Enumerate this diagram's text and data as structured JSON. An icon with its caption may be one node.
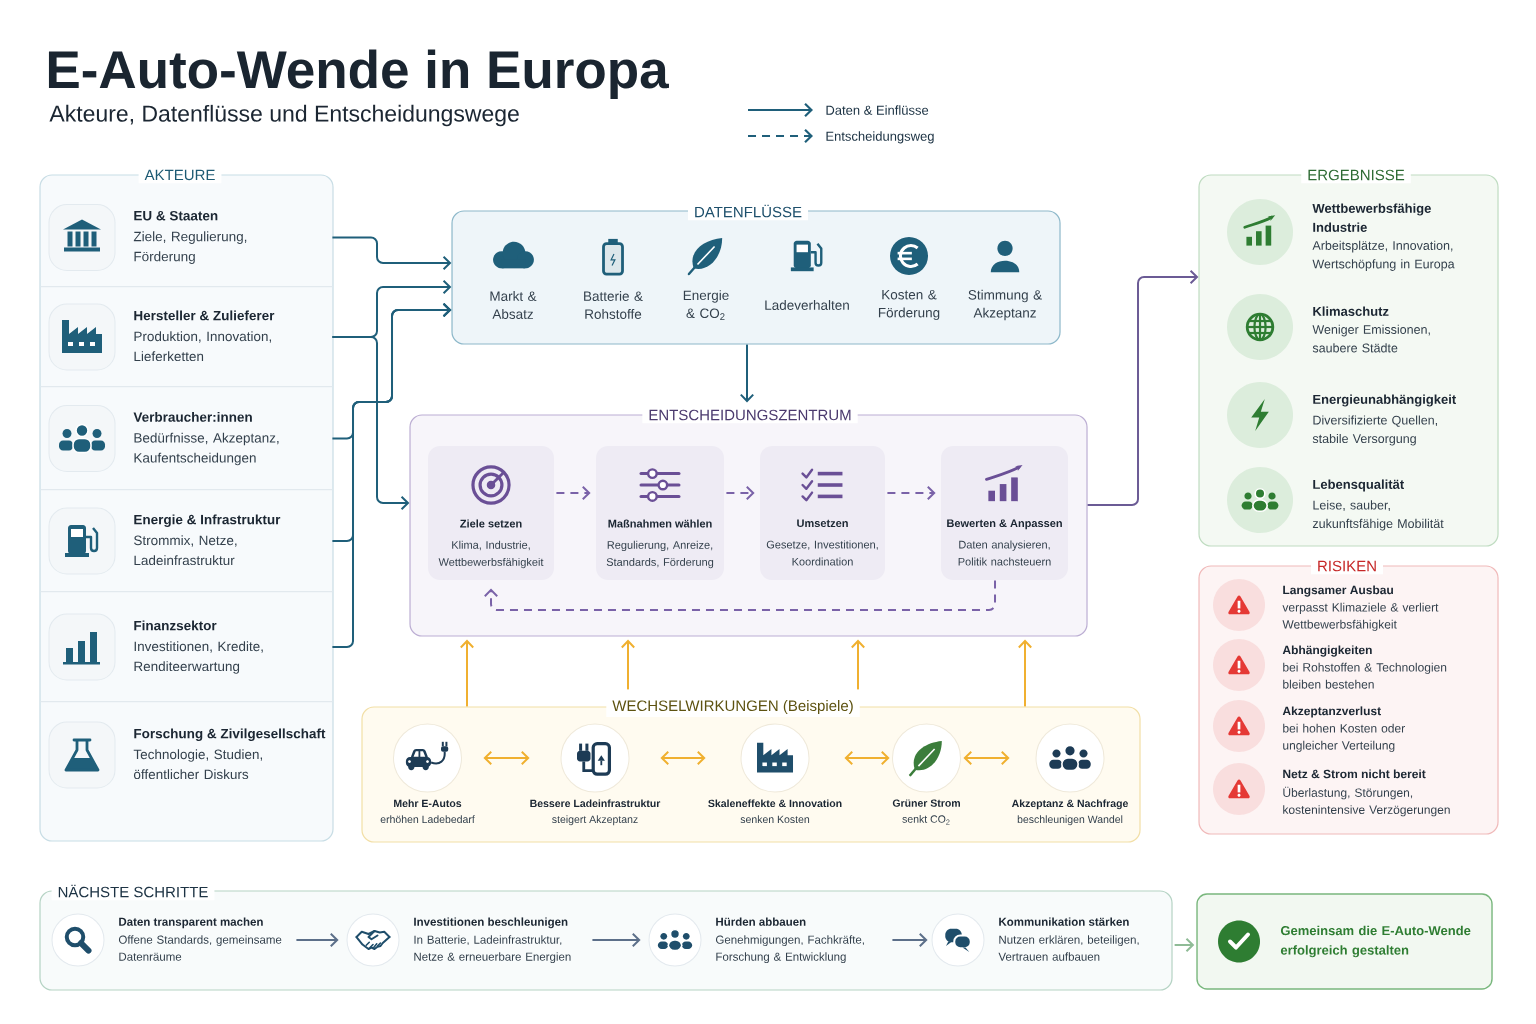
{
  "diagram": {
    "title": "E-Auto-Wende in Europa",
    "nodes": [
      {
        "text": [
          "AKTEURE"
        ]
      },
      {
        "text": [
          "EU & Staaten",
          "Ziele, Regulierung, Förderung"
        ],
        "in": 0
      },
      {
        "text": [
          "Hersteller & Zulieferer",
          "Produktion, Innovation, Lieferketten"
        ],
        "in": 0
      },
      {
        "text": [
          "Verbraucher:innen",
          "Bedürfnisse, Akzeptanz, Kaufentscheidungen"
        ],
        "in": 0
      },
      {
        "text": [
          "Energie & Infrastruktur",
          "Strommix, Netze, Ladeinfrastruktur"
        ],
        "in": 0
      },
      {
        "text": [
          "Finanzsektor",
          "Investitionen, Kredite, Renditeerwartung"
        ],
        "in": 0
      },
      {
        "text": [
          "Forschung & Zivilgesellschaft",
          "Technologie, Studien, öffentlicher Diskurs"
        ],
        "in": 0
      },
      {
        "text": [
          "DATENFLÜSSE"
        ]
      },
      {
        "text": [
          "ENTSCHEIDUNGSZENTRUM"
        ]
      },
      {
        "text": [
          "Ziele setzen",
          "Klima, Industrie, Wettbewerbsfähigkeit"
        ],
        "in": 8
      },
      {
        "text": [
          "Maßnahmen wählen",
          "Regulierung, Anreize, Standards, Förderung"
        ],
        "in": 8
      },
      {
        "text": [
          "Umsetzen",
          "Gesetze, Investitionen, Koordination"
        ],
        "in": 8
      },
      {
        "text": [
          "Bewerten & Anpassen",
          "Daten analysieren, Politik nachsteuern"
        ],
        "in": 8
      },
      {
        "text": [
          "ERGEBNISSE"
        ]
      },
      {
        "text": [
          "Wettbewerbsfähige Industrie",
          "Arbeitsplätze, Innovation, Wertschöpfung in Europa"
        ],
        "in": 13
      },
      {
        "text": [
          "Klimaschutz",
          "Weniger Emissionen, saubere Städte"
        ],
        "in": 13
      },
      {
        "text": [
          "Energieunabhängigkeit",
          "Diversifizierte Quellen, stabile Versorgung"
        ],
        "in": 13
      },
      {
        "text": [
          "Lebensqualität",
          "Leise, sauber, zukunftsfähige Mobilität"
        ],
        "in": 13
      },
      {
        "text": [
          "RISIKEN"
        ]
      },
      {
        "text": [
          "Langsamer Ausbau",
          "verpasst Klimaziele & verliert Wettbewerbsfähigkeit"
        ],
        "in": 18
      },
      {
        "text": [
          "Abhängigkeiten",
          "bei Rohstoffen & Technologien bleiben bestehen"
        ],
        "in": 18
      },
      {
        "text": [
          "Akzeptanzverlust",
          "bei hohen Kosten oder ungleicher Verteilung"
        ],
        "in": 18
      },
      {
        "text": [
          "Netz & Strom nicht bereit",
          "Überlastung, Störungen, kostenintensive Verzögerungen"
        ],
        "in": 18
      },
      {
        "text": [
          "WECHSELWIRKUNGEN (Beispiele)"
        ]
      },
      {
        "text": [
          "Mehr E-Autos",
          "erhöhen Ladebedarf"
        ],
        "in": 23
      },
      {
        "text": [
          "Bessere Ladeinfrastruktur",
          "steigert Akzeptanz"
        ],
        "in": 23
      },
      {
        "text": [
          "Skaleneffekte & Innovation",
          "senken Kosten"
        ],
        "in": 23
      },
      {
        "text": [
          "Grüner Strom",
          "senkt CO$_{2}$"
        ],
        "in": 23
      },
      {
        "text": [
          "Akzeptanz & Nachfrage",
          "beschleunigen Wandel"
        ],
        "in": 23
      },
      {
        "text": [
          "NÄCHSTE SCHRITTE"
        ]
      },
      {
        "text": [
          "Daten transparent machen",
          "Offene Standards, gemeinsame Datenräume"
        ],
        "in": 29
      },
      {
        "text": [
          "Investitionen beschleunigen",
          "In Batterie, Ladeinfrastruktur, Netze & erneuerbare Energien"
        ],
        "in": 29
      },
      {
        "text": [
          "Hürden abbauen",
          "Genehmigungen, Fachkräfte, Forschung & Entwicklung"
        ],
        "in": 29
      },
      {
        "text": [
          "Kommunikation stärken",
          "Nutzen erklären, beteiligen, Vertrauen aufbauen"
        ],
        "in": 29
      },
      {
        "text": [
          "Gemeinsam die E-Auto-Wende erfolgreich gestalten"
        ]
      }
    ],
    "edges": [
      {
        "from": 1,
        "to": 7,
        "arrow": "to",
        "color": "#1f5f7a"
      },
      {
        "from": 2,
        "to": 7,
        "arrow": "to",
        "color": "#1f5f7a"
      },
      {
        "from": 2,
        "to": 8,
        "arrow": "to",
        "color": "#1f5f7a"
      },
      {
        "from": 3,
        "to": 7,
        "arrow": "to",
        "color": "#1f5f7a"
      },
      {
        "from": 4,
        "to": 7,
        "arrow": "to",
        "color": "#1f5f7a"
      },
      {
        "from": 5,
        "to": 7,
        "arrow": "to",
        "color": "#1f5f7a"
      },
      {
        "from": 7,
        "to": 8,
        "arrow": "to",
        "color": "#1f5f7a"
      },
      {
        "from": 8,
        "to": 13,
        "arrow": "to",
        "color": "#6b5b95"
      },
      {
        "from": 9,
        "to": 10,
        "arrow": "to",
        "style": "dashed",
        "color": "#7a62a8"
      },
      {
        "from": 10,
        "to": 11,
        "arrow": "to",
        "style": "dashed",
        "color": "#7a62a8"
      },
      {
        "from": 11,
        "to": 12,
        "arrow": "to",
        "style": "dashed",
        "color": "#7a62a8"
      },
      {
        "from": 12,
        "to": 9,
        "arrow": "to",
        "style": "dashed",
        "color": "#7a62a8"
      },
      {
        "from": 23,
        "to": 8,
        "arrow": "to",
        "color": "#f0b030"
      },
      {
        "from": 23,
        "to": 8,
        "arrow": "to",
        "color": "#f0b030"
      },
      {
        "from": 23,
        "to": 8,
        "arrow": "to",
        "color": "#f0b030"
      },
      {
        "from": 23,
        "to": 8,
        "arrow": "to",
        "color": "#f0b030"
      },
      {
        "from": 24,
        "to": 25,
        "arrow": "both",
        "color": "#f0b030"
      },
      {
        "from": 25,
        "to": 26,
        "arrow": "both",
        "color": "#f0b030"
      },
      {
        "from": 26,
        "to": 27,
        "arrow": "both",
        "color": "#f0b030"
      },
      {
        "from": 27,
        "to": 28,
        "arrow": "both",
        "color": "#f0b030"
      },
      {
        "from": 30,
        "to": 31,
        "arrow": "to",
        "color": "#5c6f89"
      },
      {
        "from": 31,
        "to": 32,
        "arrow": "to",
        "color": "#5c6f89"
      },
      {
        "from": 32,
        "to": 33,
        "arrow": "to",
        "color": "#5c6f89"
      },
      {
        "from": 29,
        "to": 34,
        "arrow": "to",
        "color": "#8fbb96"
      }
    ],
    "labels": [
      "Akteure, Datenflüsse und Entscheidungswege",
      "Markt & Absatz",
      "Batterie & Rohstoffe",
      "Energie & CO$_{2}$",
      "Ladeverhalten",
      "Kosten & Förderung",
      "Stimmung & Akzeptanz"
    ],
    "legend": [
      {
        "text": "Daten & Einflüsse"
      },
      {
        "text": "Entscheidungsweg"
      }
    ]
  }
}
